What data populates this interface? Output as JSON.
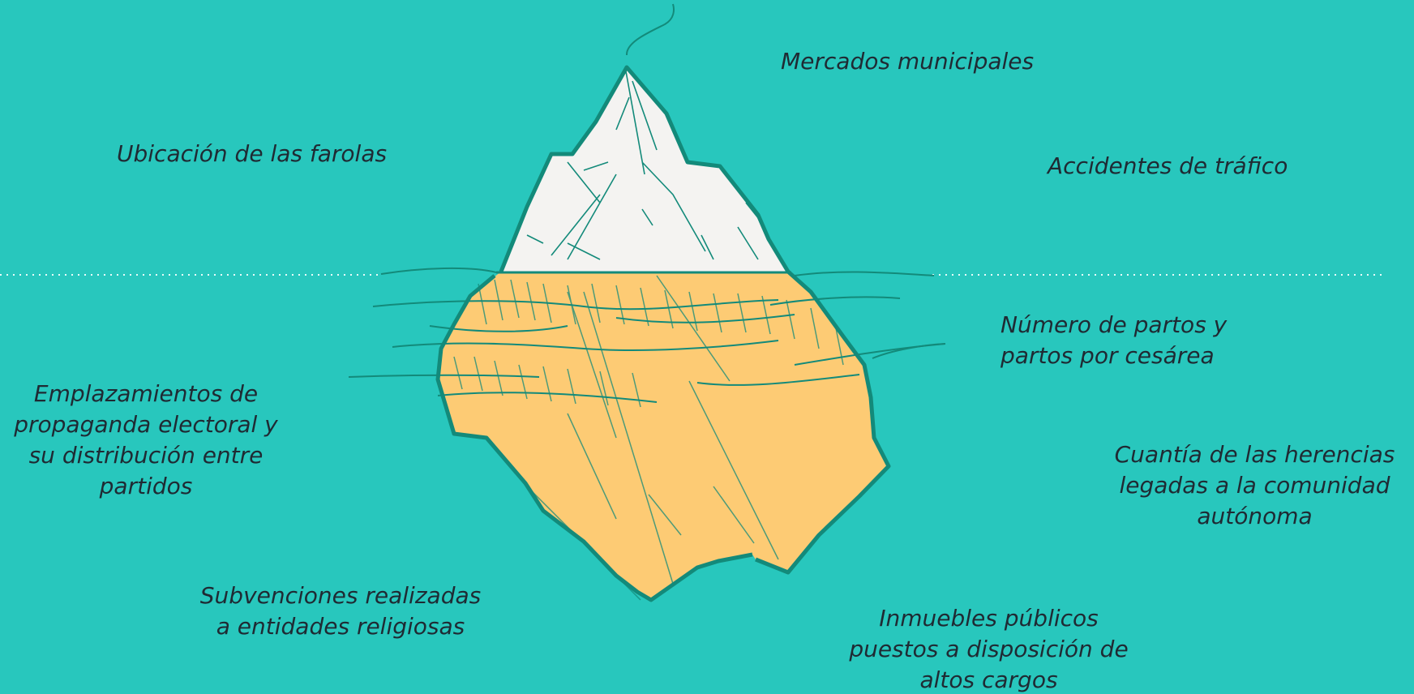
{
  "colors": {
    "background": "#28c7bd",
    "ice_above": "#f4f3f1",
    "ice_below": "#fdcb74",
    "outline": "#138a7a",
    "water_line": "#e8fbf9",
    "text": "#1f2a33"
  },
  "labels": {
    "mercados": "Mercados municipales",
    "farolas": "Ubicación de las farolas",
    "accidentes": "Accidentes de tráfico",
    "partos": [
      "Número de partos y",
      "partos por cesárea"
    ],
    "propaganda": [
      "Emplazamientos de",
      "propaganda electoral y",
      "su distribución entre",
      "partidos"
    ],
    "herencias": [
      "Cuantía de las herencias",
      "legadas a la comunidad",
      "autónoma"
    ],
    "subvenciones": [
      "Subvenciones realizadas",
      "a entidades religiosas"
    ],
    "inmuebles": [
      "Inmuebles públicos",
      "puestos a disposición de",
      "altos cargos"
    ]
  }
}
